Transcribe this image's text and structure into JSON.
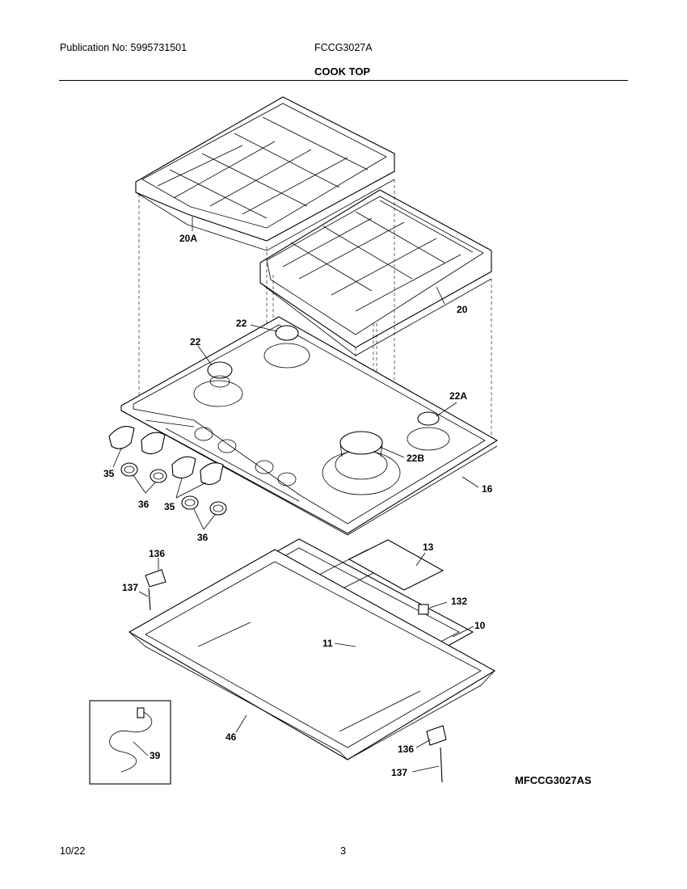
{
  "header": {
    "publication": "Publication No: 5995731501",
    "model": "FCCG3027A",
    "title": "COOK TOP"
  },
  "footer": {
    "date": "10/22",
    "page": "3"
  },
  "diagram_id": "MFCCG3027AS",
  "callouts": {
    "grate_left": "20A",
    "grate_right": "20",
    "burner_rear_center": "22",
    "burner_left": "22",
    "burner_right": "22A",
    "burner_large": "22B",
    "cooktop_top": "16",
    "knob_upper": "35",
    "knob_lower": "35",
    "bezel_upper": "36",
    "bezel_lower": "36",
    "bracket_left": "136",
    "screw_left": "137",
    "plate": "13",
    "clip": "132",
    "frame": "10",
    "bracket_small": "11",
    "pan": "46",
    "bracket_right": "136",
    "screw_right": "137",
    "cord": "39"
  }
}
